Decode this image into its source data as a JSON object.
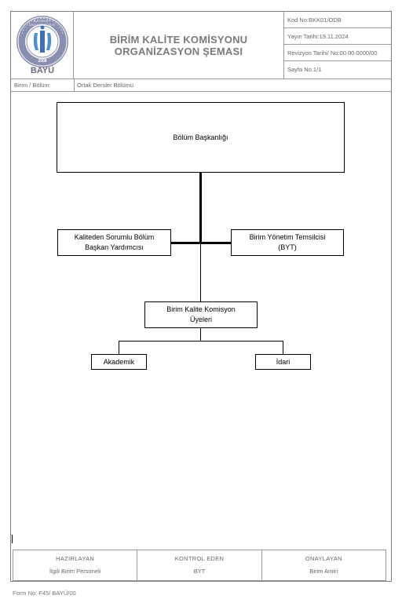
{
  "header": {
    "logo_text": "BAYÜ",
    "logo_ring_text": "BAYBURT ÜNİVERSİTESİ",
    "logo_year": "2008",
    "title_line1": "BİRİM KALİTE KOMİSYONU",
    "title_line2": "ORGANİZASYON ŞEMASI",
    "meta": {
      "code": "Kod No:BKK01/ODB",
      "publish_date": "Yayın Tarihi:19.11.2024",
      "revision": "Revizyon Tarihi/ No:00.00.0000/00",
      "page": "Sayfa No:1/1"
    },
    "unit_label": "Birim / Bölüm:",
    "unit_value": "Ortak Dersler Bölümü"
  },
  "org_chart": {
    "head": "Bölüm Başkanlığı",
    "left_line1": "Kaliteden Sorumlu Bölüm",
    "left_line2": "Başkan Yardımcısı",
    "right_line1": "Birim Yönetim Temsilcisi",
    "right_line2": "(BYT)",
    "committee_line1": "Birim Kalite Komisyon",
    "committee_line2": "Üyeleri",
    "academic": "Akademik",
    "admin": "İdari"
  },
  "footer": {
    "prepared_head": "HAZIRLAYAN",
    "prepared_name": "İlgili Birim Personeli",
    "checked_head": "KONTROL EDEN",
    "checked_name": "BYT",
    "approved_head": "ONAYLAYAN",
    "approved_name": "Birim Amiri",
    "form_no": "Form No: F45/ BAYÜ/00"
  }
}
